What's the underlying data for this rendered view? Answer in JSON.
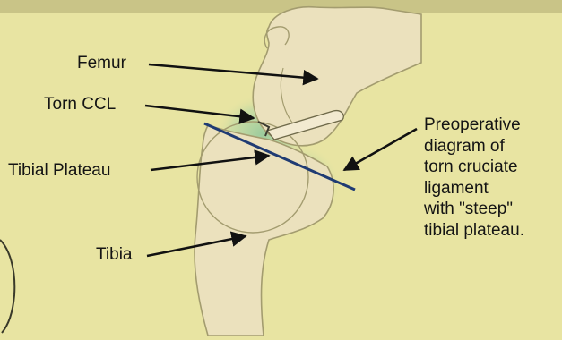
{
  "diagram": {
    "labels": {
      "femur": "Femur",
      "torn_ccl": "Torn CCL",
      "tibial_plateau": "Tibial Plateau",
      "tibia": "Tibia"
    },
    "caption_lines": [
      "Preoperative",
      "diagram of",
      "torn cruciate",
      "ligament",
      "with \"steep\"",
      "tibial plateau."
    ],
    "colors": {
      "background": "#e8e4a2",
      "top_band": "#c9c487",
      "bone_fill": "#ebe1bd",
      "bone_outline": "#a39c6f",
      "ligament_green": "#8fc79c",
      "plateau_line": "#1f3b73",
      "arrow": "#111111"
    }
  }
}
